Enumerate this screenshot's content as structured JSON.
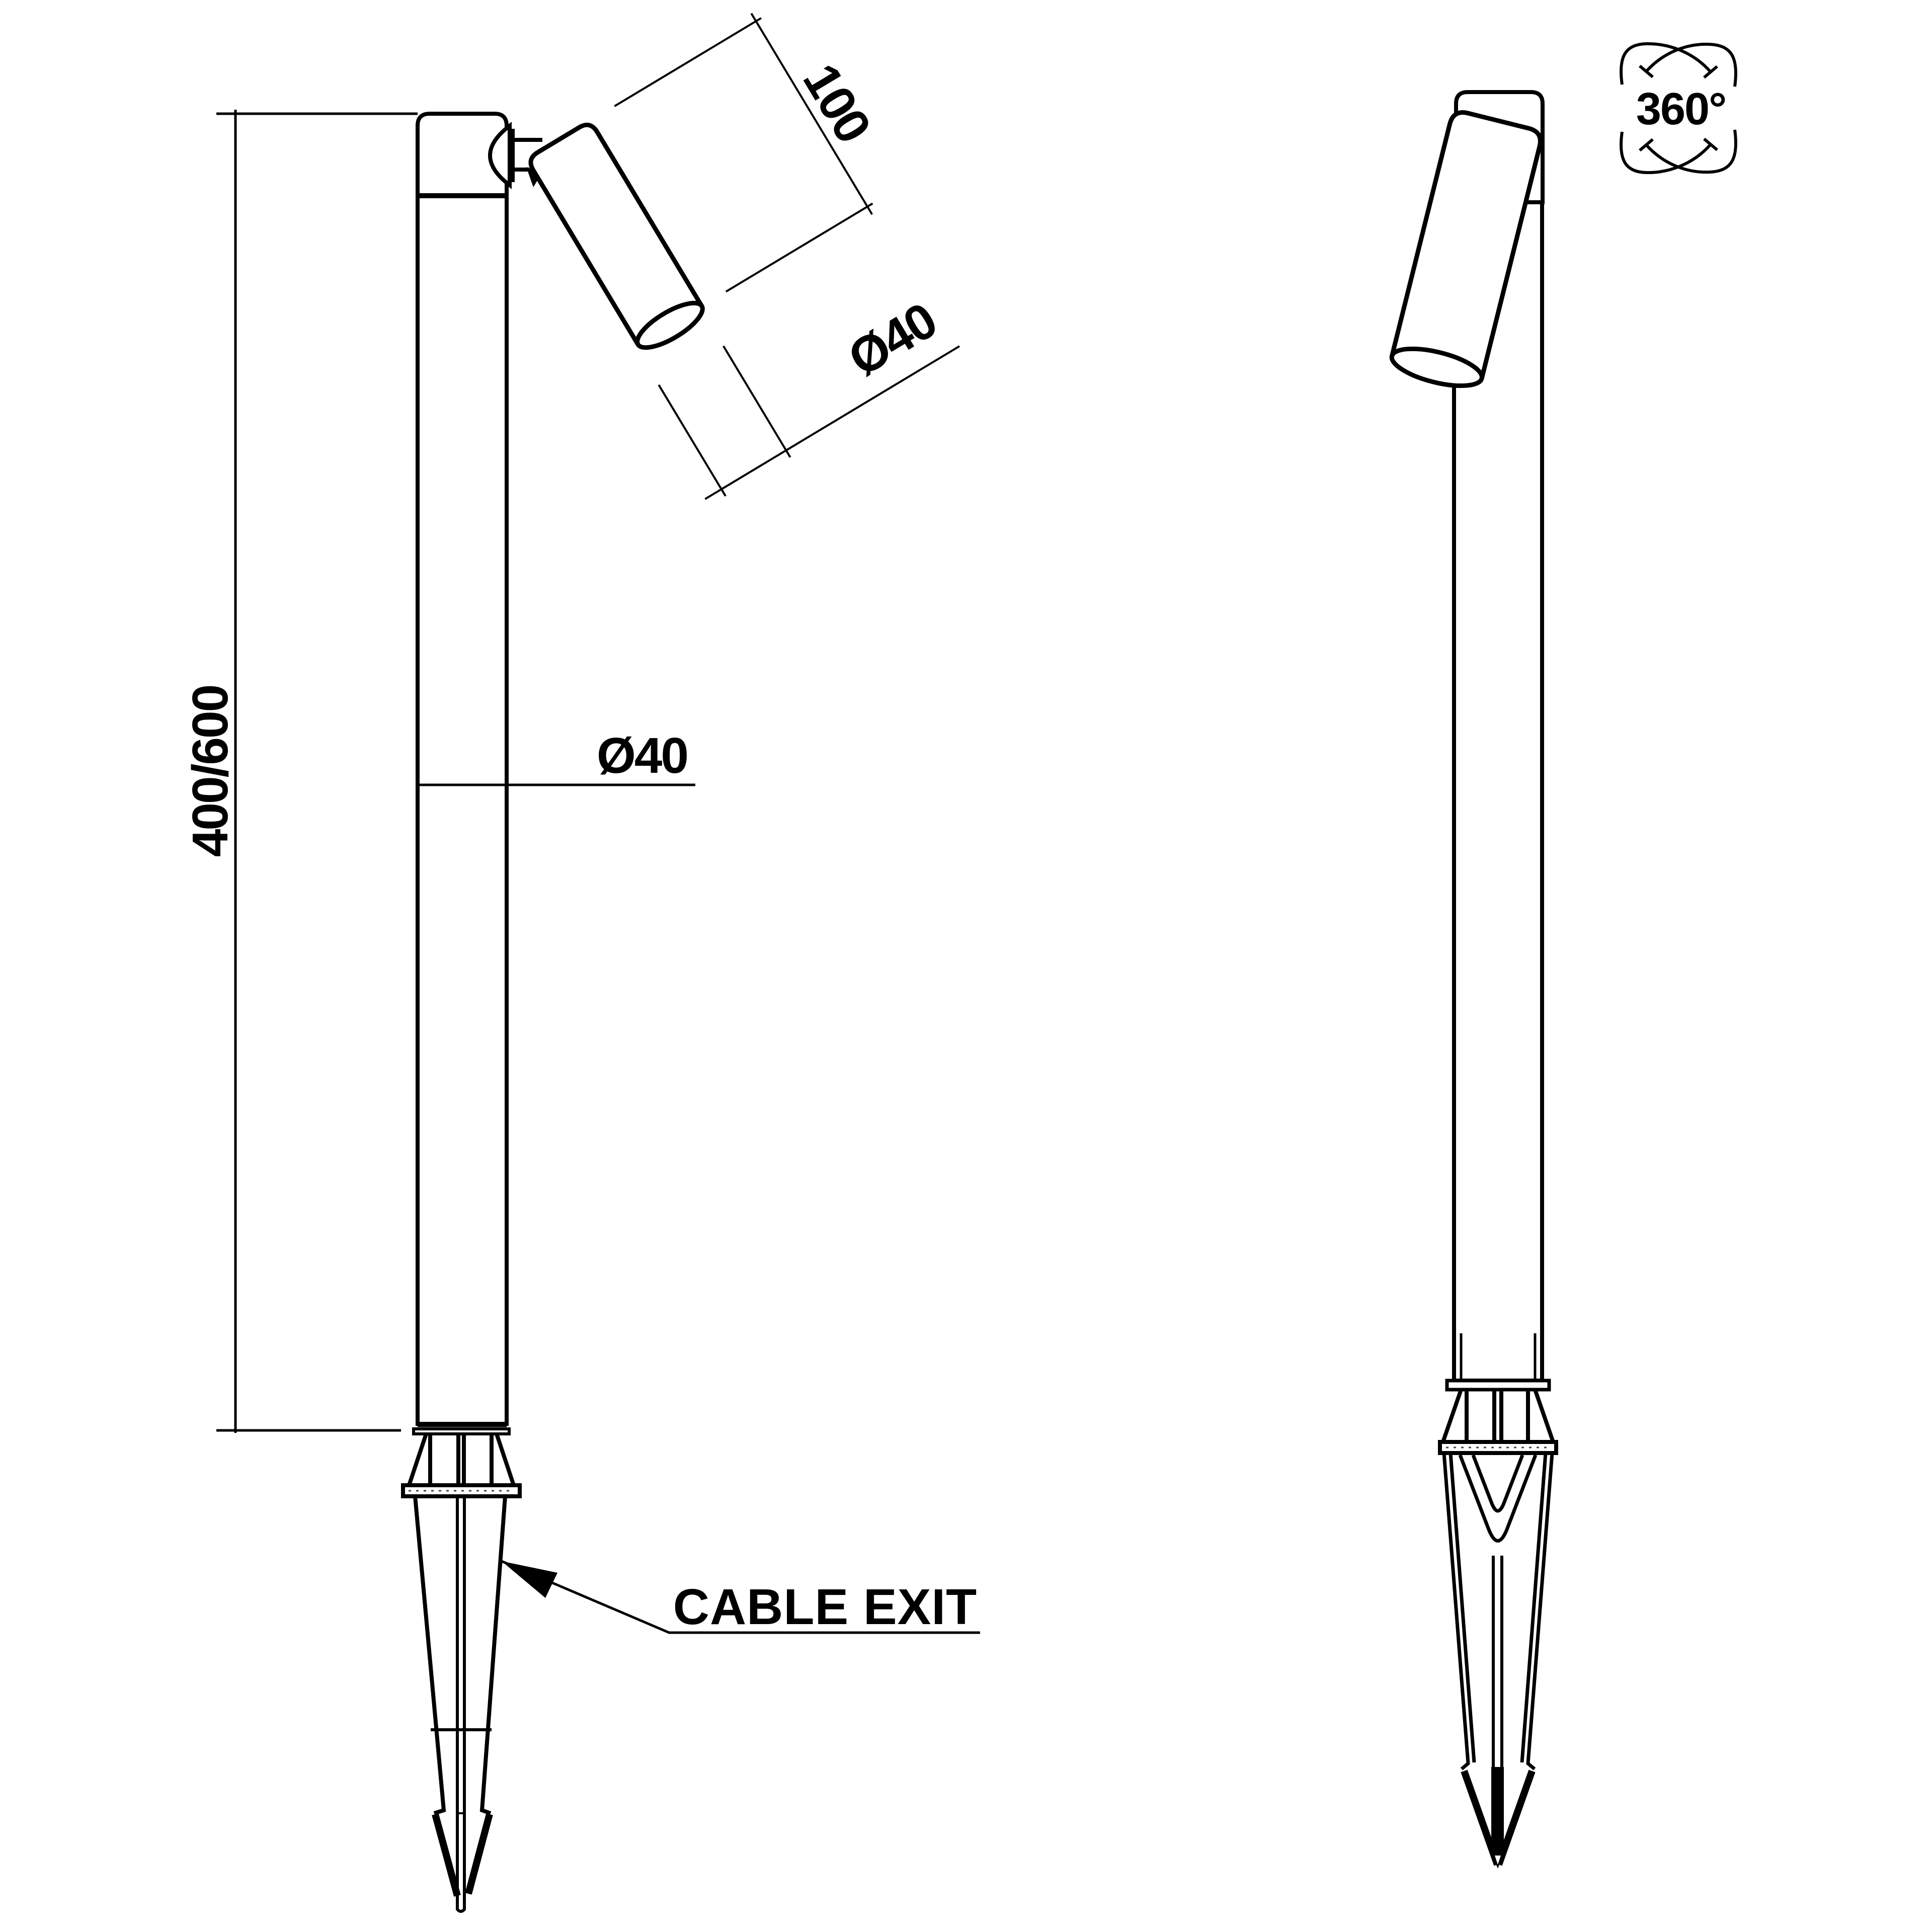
{
  "page": {
    "background_color": "#ffffff",
    "line_color": "#000000",
    "kind": "technical line drawing",
    "subject": "garden spike spotlight, dimensioned front and side elevation views"
  },
  "dims": {
    "head_length": "100",
    "head_diameter": "Ø40",
    "pole_diameter": "Ø40",
    "pole_height": "400/600"
  },
  "callouts": {
    "cable_exit": "CABLE EXIT",
    "rotation": "360°"
  }
}
